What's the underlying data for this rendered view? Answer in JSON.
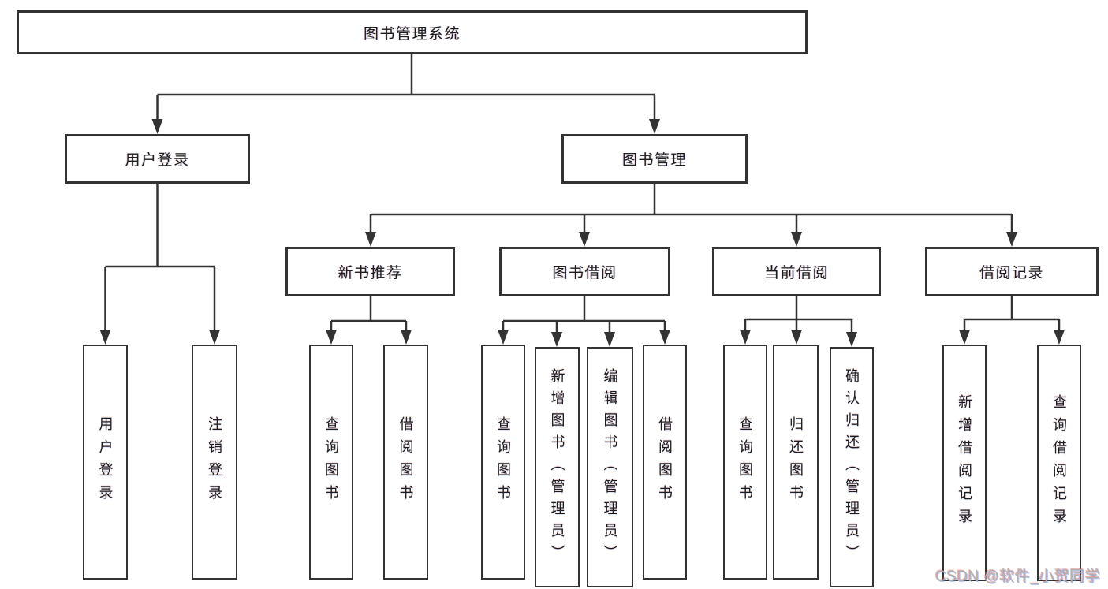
{
  "colors": {
    "line": "#333333",
    "text": "#1d1d1d",
    "background": "#ffffff",
    "watermark": "#b0b0b0"
  },
  "watermark": {
    "text": "CSDN @软件_小贺同学"
  },
  "tree": {
    "root": {
      "label": "图书管理系统"
    },
    "branches": [
      {
        "label": "用户登录",
        "children": [
          {
            "label": "用户登录"
          },
          {
            "label": "注销登录"
          }
        ]
      },
      {
        "label": "图书管理",
        "children": [
          {
            "label": "新书推荐",
            "children": [
              {
                "label": "查询图书"
              },
              {
                "label": "借阅图书"
              }
            ]
          },
          {
            "label": "图书借阅",
            "children": [
              {
                "label": "查询图书"
              },
              {
                "label": "新增图书（管理员）"
              },
              {
                "label": "编辑图书（管理员）"
              },
              {
                "label": "借阅图书"
              }
            ]
          },
          {
            "label": "当前借阅",
            "children": [
              {
                "label": "查询图书"
              },
              {
                "label": "归还图书"
              },
              {
                "label": "确认归还（管理员）"
              }
            ]
          },
          {
            "label": "借阅记录",
            "children": [
              {
                "label": "新增借阅记录"
              },
              {
                "label": "查询借阅记录"
              }
            ]
          }
        ]
      }
    ]
  }
}
